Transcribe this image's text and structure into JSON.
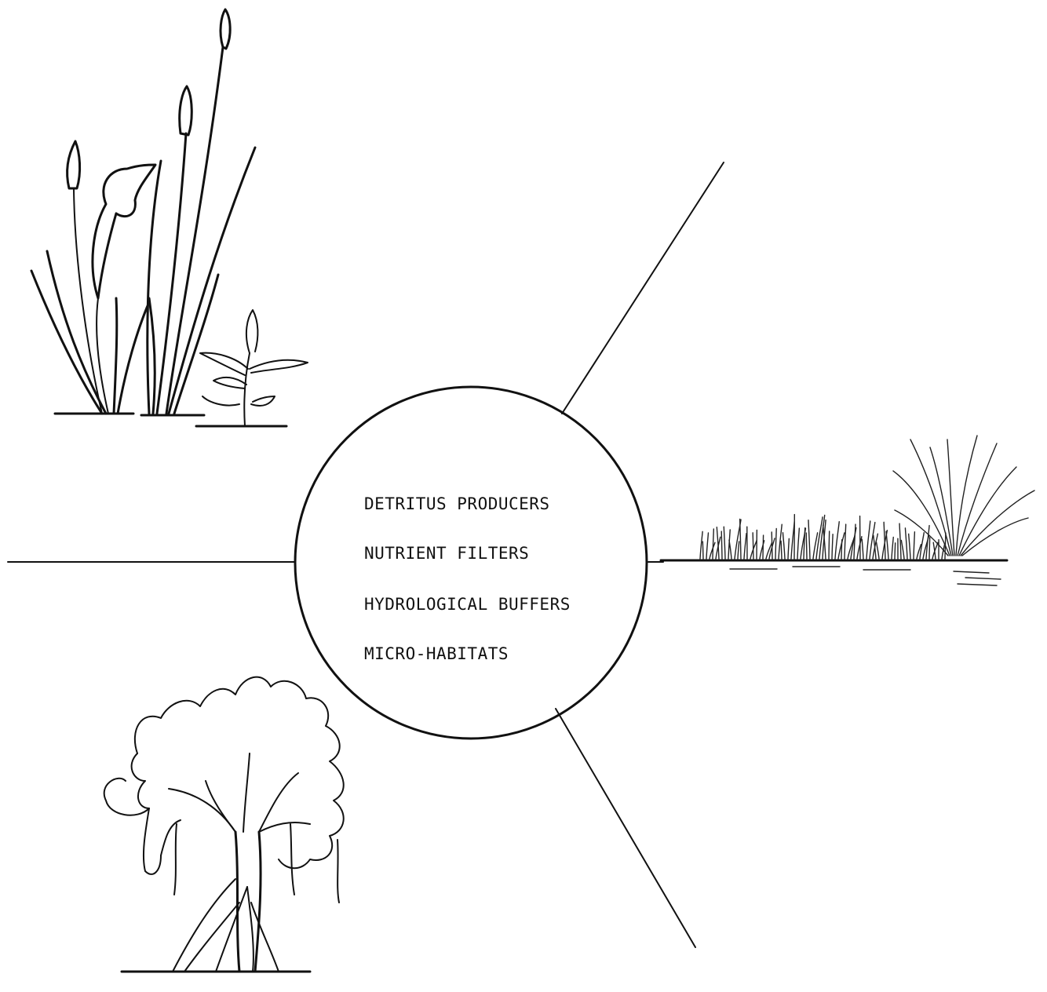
{
  "center": {
    "items": [
      "DETRITUS PRODUCERS",
      "NUTRIENT FILTERS",
      "HYDROLOGICAL BUFFERS",
      "MICRO-HABITATS"
    ]
  },
  "illustrations": [
    {
      "name": "emergent-marsh-plants-icon"
    },
    {
      "name": "grass-marsh-icon"
    },
    {
      "name": "mangrove-tree-icon"
    }
  ]
}
